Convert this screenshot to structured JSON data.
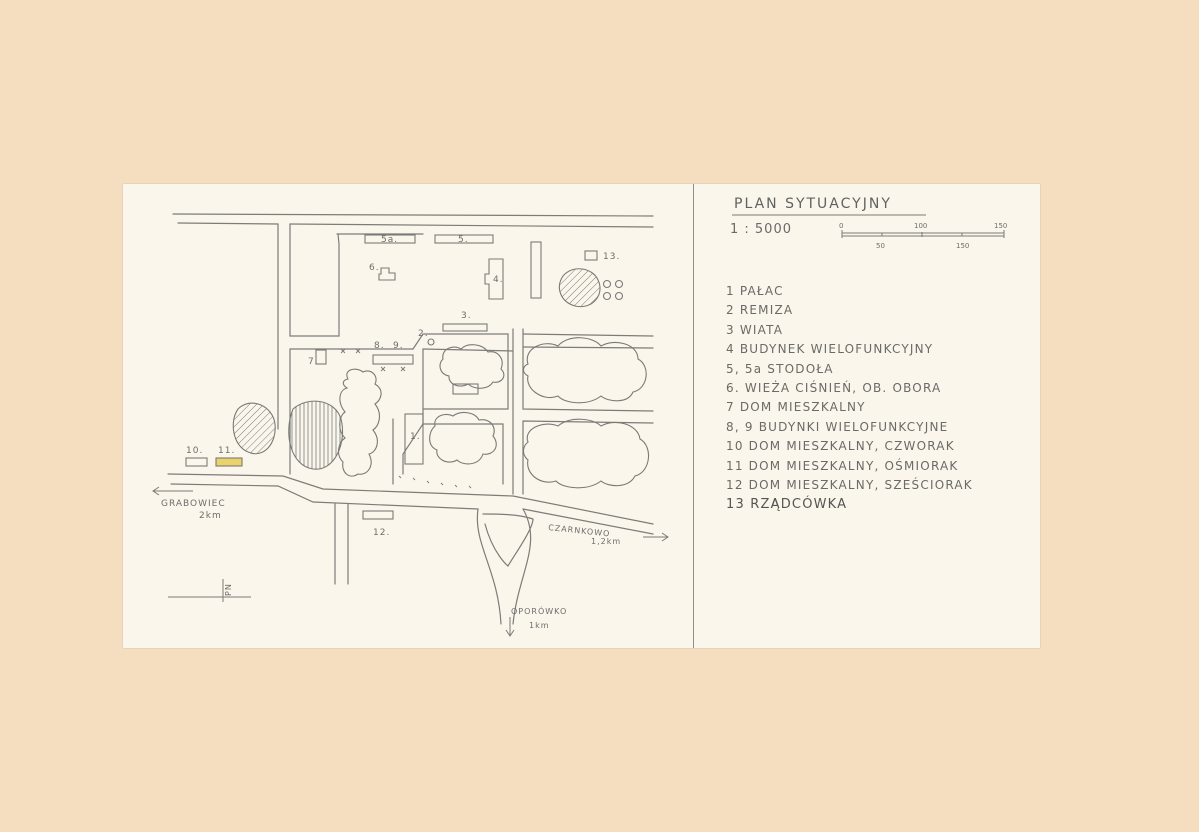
{
  "map": {
    "labels": {
      "b5a": "5a.",
      "b5": "5.",
      "b6": "6.",
      "b4": "4.",
      "b13": "13.",
      "b3": "3.",
      "b2": "2.",
      "b7": "7.",
      "b8": "8.",
      "b9": "9.",
      "b1": "1.",
      "b10": "10.",
      "b11": "11.",
      "b12": "12."
    },
    "directions": {
      "west_town": "GRABOWIEC",
      "west_dist": "2km",
      "east_town": "CZARNKOWO",
      "east_dist": "1,2km",
      "south_town": "OPORÓWKO",
      "south_dist": "1km"
    },
    "north_label": "PN",
    "colors": {
      "ink": "#7a7a76",
      "highlight": "#e9d36a"
    }
  },
  "legend": {
    "title": "PLAN SYTUACYJNY",
    "scale": "1 : 5000",
    "scale_ticks_top": [
      "0",
      "100",
      "150"
    ],
    "scale_ticks_bottom": [
      "50",
      "150"
    ],
    "items": [
      "1  PAŁAC",
      "2  REMIZA",
      "3  WIATA",
      "4  BUDYNEK WIELOFUNKCYJNY",
      "5, 5a  STODOŁA",
      "6. WIEŻA CIŚNIEŃ, OB. OBORA",
      "7  DOM MIESZKALNY",
      "8, 9  BUDYNKI WIELOFUNKCYJNE",
      "10  DOM MIESZKALNY, CZWORAK",
      "11  DOM MIESZKALNY, OŚMIORAK",
      "12  DOM MIESZKALNY, SZEŚCIORAK",
      "13  RZĄDCÓWKA"
    ]
  }
}
